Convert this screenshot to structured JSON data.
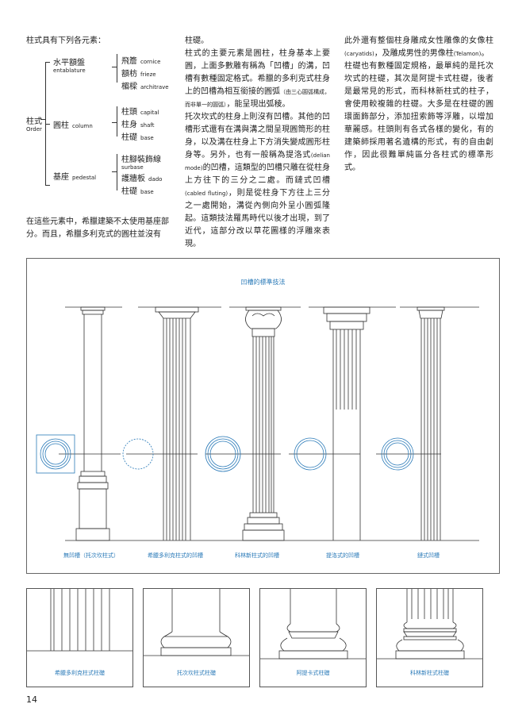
{
  "col1": {
    "heading": "柱式具有下列各元素：",
    "body": "在這些元素中，希臘建築不太使用基座部分。而且，希臘多利克式的圓柱並沒有"
  },
  "tree": {
    "root": "柱式",
    "root_en": "Order",
    "entablature": "水平額盤",
    "entablature_en": "entablature",
    "column": "圓柱",
    "column_en": "column",
    "pedestal": "基座",
    "pedestal_en": "pedestal",
    "cornice": "飛簷",
    "cornice_en": "cornice",
    "frieze": "額枋",
    "frieze_en": "frieze",
    "architrave": "楣樑",
    "architrave_en": "architrave",
    "capital": "柱頭",
    "capital_en": "capital",
    "shaft": "柱身",
    "shaft_en": "shaft",
    "base": "柱礎",
    "base_en": "base",
    "surbase": "柱腳裝飾線",
    "surbase_en": "surbase",
    "dado": "護牆板",
    "dado_en": "dado",
    "base2": "柱礎",
    "base2_en": "base"
  },
  "col2": {
    "p1": "柱礎。",
    "p2a": "柱式的主要元素是圓柱，柱身基本上要圓，上面多數雕有稱為「凹槽」的溝，凹槽有數種固定格式。希臘的多利克式柱身上的凹槽為相互銜接的圓弧",
    "p2_small": "（由三心圓弧構成，而非單一的圓弧）",
    "p2b": "，能呈現出弧稜。",
    "p3a": "托次坎式的柱身上則沒有凹槽。其他的凹槽形式還有在溝與溝之間呈現圓筒形的柱身，以及溝在柱身上下方消失變成圓形柱身等。另外，也有一般稱為提洛式",
    "p3_small1": "(delian mode)",
    "p3b": "的凹槽，這類型的凹槽只雕在從柱身上方往下的三分之二處。而鏈式凹槽",
    "p3_small2": "(cabled fluting)",
    "p3c": "，則是從柱身下方往上三分之一處開始，溝從內側向外呈小圓弧隆起。這類技法羅馬時代以後才出現，到了近代，這部分改以草花圖樣的浮雕來表現。"
  },
  "col3": {
    "p1a": "此外還有整個柱身雕成女性雕像的女像柱",
    "p1_small1": "(caryatids)",
    "p1b": "，及雕成男性的男像柱",
    "p1_small2": "(Telamon)",
    "p1c": "。",
    "p2": "柱礎也有數種固定規格，最單純的是托次坎式的柱礎，其次是阿提卡式柱礎，後者是最常見的形式，而科林新柱式的柱子，會使用較複雜的柱礎。大多是在柱礎的圓環面飾部分，添加扭索飾等浮雕，以增加華麗感。柱頭則有各式各樣的變化，有的建築師採用著名遺構的形式，有的自由創作，因此很難單純區分各柱式的標準形式。"
  },
  "figure": {
    "title": "凹槽的標準技法",
    "captions": [
      "無凹槽（托次坎柱式）",
      "希臘多利克柱式的凹槽",
      "科林新柱式的凹槽",
      "提洛式的凹槽",
      "鏈式凹槽"
    ]
  },
  "bases": [
    "希臘多利克柱式柱礎",
    "托次坎柱式柱礎",
    "阿提卡式柱礎",
    "科林新柱式柱礎"
  ],
  "page_number": "14",
  "accent_color": "#2a7ab8"
}
